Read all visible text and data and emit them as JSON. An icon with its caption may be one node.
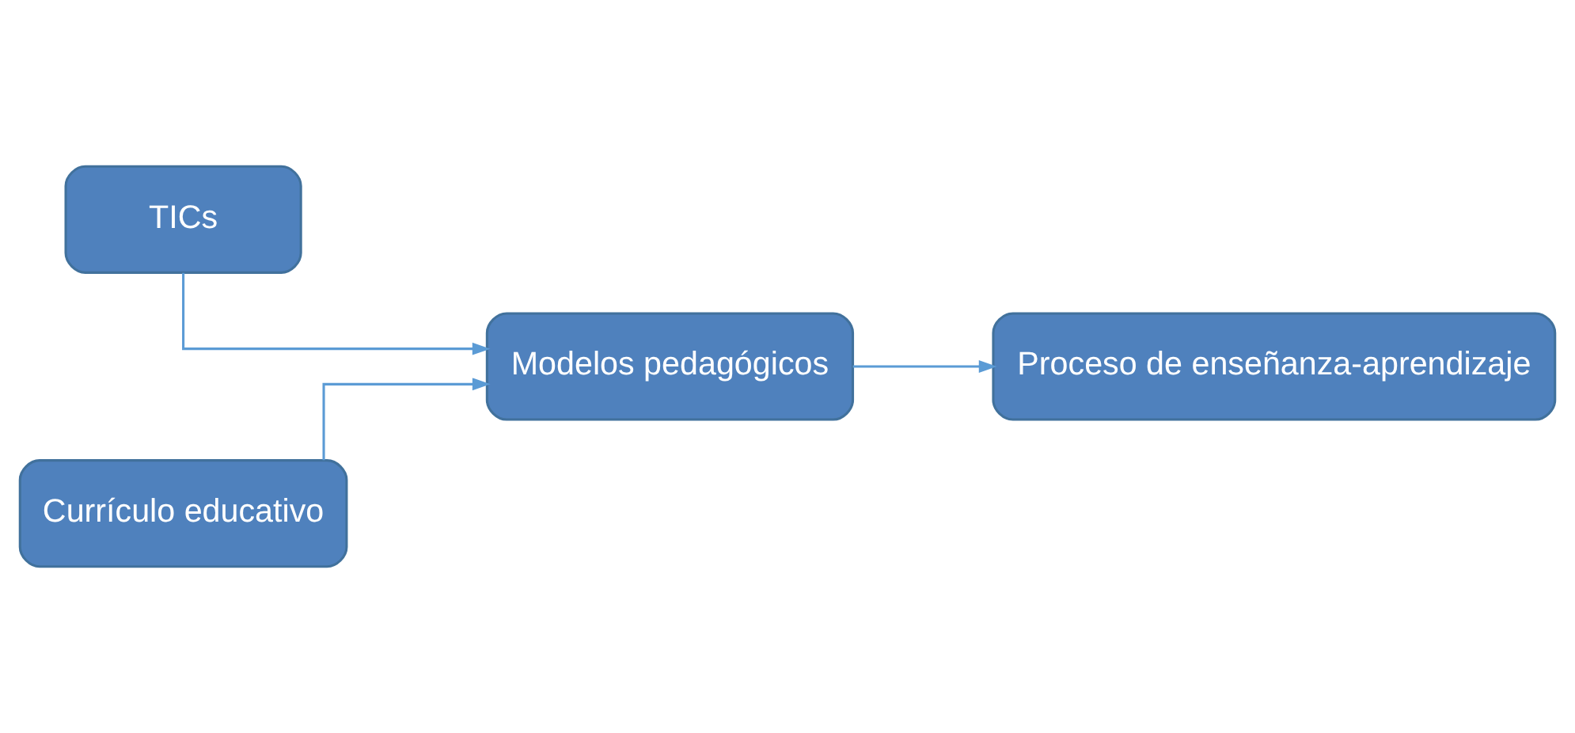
{
  "diagram": {
    "nodes": [
      {
        "text": [
          "TICs"
        ]
      },
      {
        "text": [
          "Currículo educativo"
        ]
      },
      {
        "text": [
          "Modelos pedagógicos"
        ]
      },
      {
        "text": [
          "Proceso de enseñanza-aprendizaje"
        ]
      }
    ],
    "edges": [
      {
        "from": 0,
        "to": 2,
        "arrow": "to"
      },
      {
        "from": 1,
        "to": 2,
        "arrow": "to"
      },
      {
        "from": 2,
        "to": 3,
        "arrow": "to"
      }
    ]
  }
}
